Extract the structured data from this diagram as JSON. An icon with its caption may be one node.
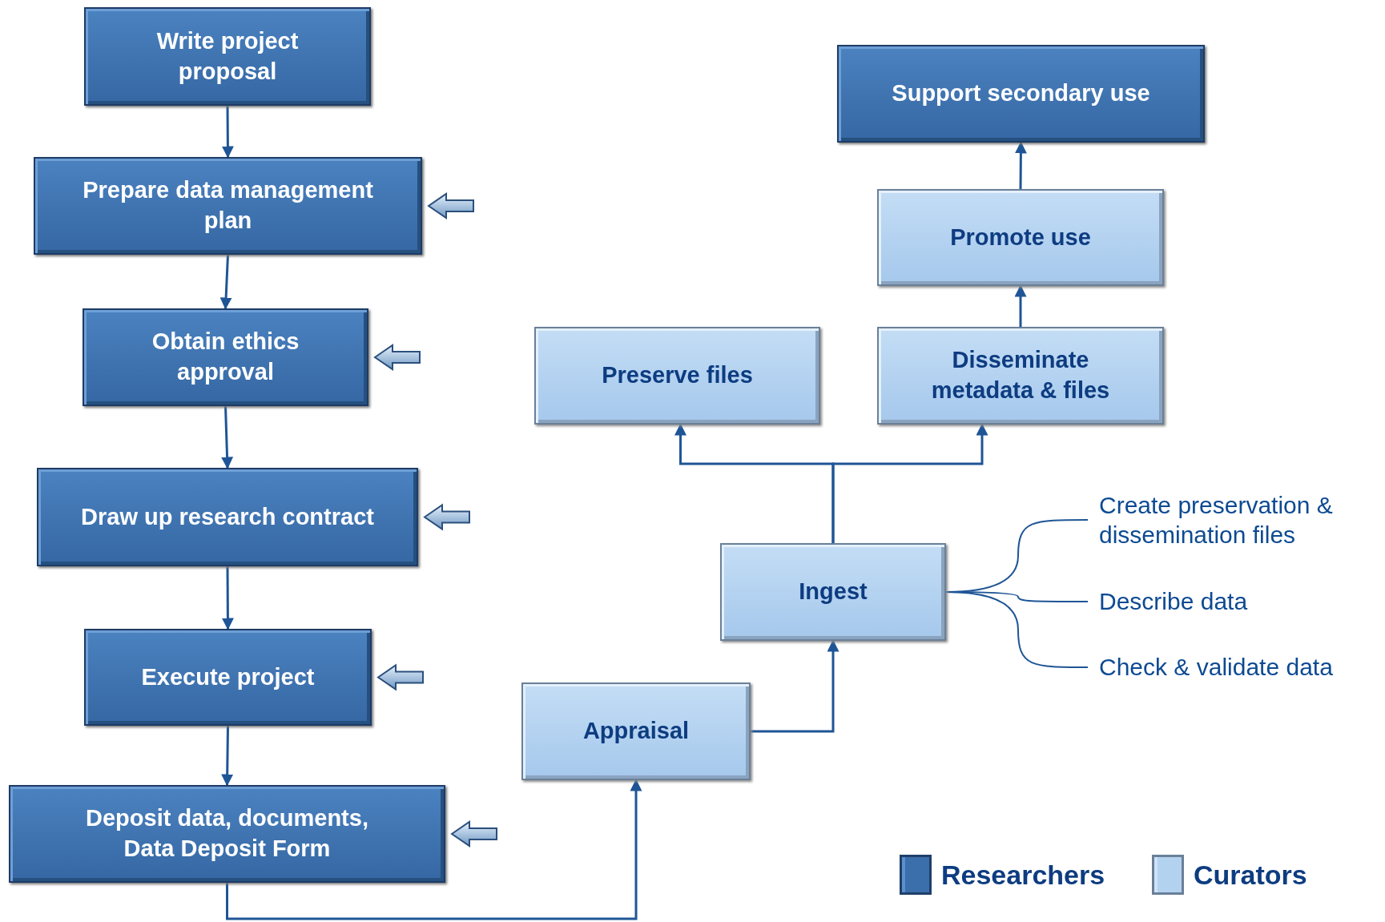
{
  "diagram": {
    "nodes": [
      {
        "text": [
          "Write project proposal"
        ]
      },
      {
        "text": [
          "Prepare data management plan"
        ]
      },
      {
        "text": [
          "Obtain ethics approval"
        ]
      },
      {
        "text": [
          "Draw up research contract"
        ]
      },
      {
        "text": [
          "Execute project"
        ]
      },
      {
        "text": [
          "Deposit data, documents, Data Deposit Form"
        ]
      },
      {
        "text": [
          "Appraisal"
        ]
      },
      {
        "text": [
          "Ingest"
        ]
      },
      {
        "text": [
          "Preserve files"
        ]
      },
      {
        "text": [
          "Disseminate metadata & files"
        ]
      },
      {
        "text": [
          "Promote use"
        ]
      },
      {
        "text": [
          "Support secondary use"
        ]
      },
      {
        "text": [
          "Create preservation & dissemination files"
        ]
      },
      {
        "text": [
          "Describe data"
        ]
      },
      {
        "text": [
          "Check & validate data"
        ]
      }
    ],
    "edges": [
      {
        "from": 0,
        "to": 1,
        "arrow": "to"
      },
      {
        "from": 1,
        "to": 2,
        "arrow": "to"
      },
      {
        "from": 2,
        "to": 3,
        "arrow": "to"
      },
      {
        "from": 3,
        "to": 4,
        "arrow": "to"
      },
      {
        "from": 4,
        "to": 5,
        "arrow": "to"
      },
      {
        "from": 5,
        "to": 6,
        "arrow": "to"
      },
      {
        "from": 6,
        "to": 7,
        "arrow": "to"
      },
      {
        "from": 7,
        "to": 8,
        "arrow": "to"
      },
      {
        "from": 7,
        "to": 9,
        "arrow": "to"
      },
      {
        "from": 9,
        "to": 10,
        "arrow": "to"
      },
      {
        "from": 10,
        "to": 11,
        "arrow": "to"
      },
      {
        "from": null,
        "to": 1,
        "arrow": "to",
        "style": "thick"
      },
      {
        "from": null,
        "to": 2,
        "arrow": "to",
        "style": "thick"
      },
      {
        "from": null,
        "to": 3,
        "arrow": "to",
        "style": "thick"
      },
      {
        "from": null,
        "to": 4,
        "arrow": "to",
        "style": "thick"
      },
      {
        "from": null,
        "to": 5,
        "arrow": "to",
        "style": "thick"
      },
      {
        "from": 12,
        "to": 7,
        "arrow": "none"
      },
      {
        "from": 13,
        "to": 7,
        "arrow": "none"
      },
      {
        "from": 14,
        "to": 7,
        "arrow": "none"
      }
    ],
    "legend": [
      {
        "text": "Researchers",
        "color": "#3a6fab"
      },
      {
        "text": "Curators",
        "color": "#b3d2f0"
      }
    ]
  }
}
